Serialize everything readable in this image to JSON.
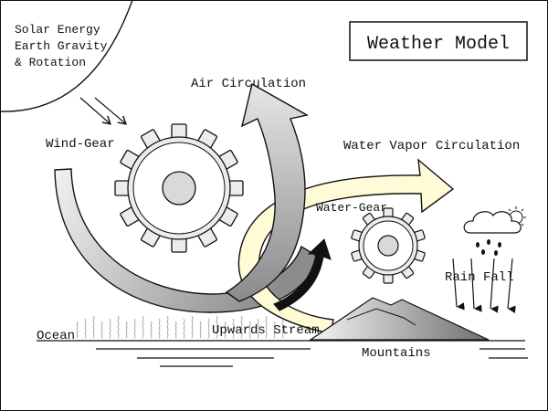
{
  "title": "Weather Model",
  "sun": {
    "line1": "Solar Energy",
    "line2": "Earth Gravity",
    "line3": "& Rotation"
  },
  "labels": {
    "wind_gear": "Wind-Gear",
    "air_circulation": "Air Circulation",
    "water_vapor_circulation": "Water Vapor Circulation",
    "water_gear": "Water-Gear",
    "rain_fall": "Rain Fall",
    "upwards_stream": "Upwards Stream",
    "ocean": "Ocean",
    "mountains": "Mountains"
  },
  "colors": {
    "ink": "#111111",
    "gear_fill": "#ececec",
    "gear_hub": "#d9d9d9",
    "air_arrow_dark": "#8c8c8c",
    "air_arrow_light": "#f0f0f0",
    "vapor_arrow": "#fffbd6",
    "mountain_light": "#f2f2f2",
    "mountain_dark": "#777777"
  },
  "icons": {
    "cloud": "rain-cloud-icon",
    "sun": "sun-icon"
  }
}
